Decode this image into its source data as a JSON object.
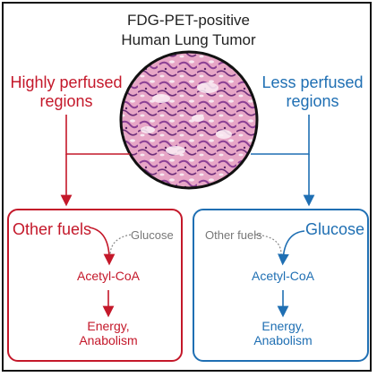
{
  "title": {
    "line1": "FDG-PET-positive",
    "line2": "Human Lung Tumor"
  },
  "left_label": {
    "line1": "Highly perfused",
    "line2": "regions"
  },
  "right_label": {
    "line1": "Less perfused",
    "line2": "regions"
  },
  "left_box": {
    "primary_fuel": "Other fuels",
    "secondary_fuel": "Glucose",
    "intermediate": "Acetyl-CoA",
    "output_line1": "Energy,",
    "output_line2": "Anabolism"
  },
  "right_box": {
    "secondary_fuel": "Other fuels",
    "primary_fuel": "Glucose",
    "intermediate": "Acetyl-CoA",
    "output_line1": "Energy,",
    "output_line2": "Anabolism"
  },
  "colors": {
    "red": "#c4182a",
    "blue": "#1f6fb3",
    "gray": "#777777",
    "tissue_pink": "#e7a6c6",
    "tissue_purple": "#7d3a86"
  },
  "image": {
    "content": "H&E-stained lung tumor histology micrograph"
  }
}
